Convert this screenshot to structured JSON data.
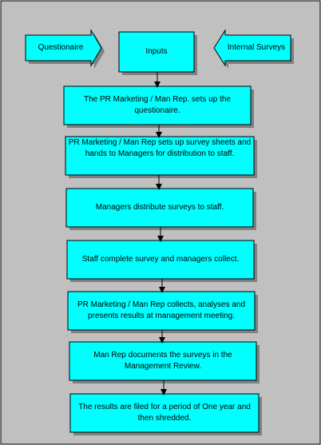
{
  "diagram": {
    "inputs_label": "Inputs",
    "left_arrow_label": "Questionaire",
    "right_arrow_label": "Internal Surveys",
    "steps": [
      "The PR Marketing / Man Rep. sets up the questionaire.",
      "PR Marketing / Man Rep sets up survey sheets and hands to Managers for distribution to staff.",
      "Managers distribute surveys to staff.",
      "Staff complete survey and managers collect.",
      "PR Marketing / Man Rep collects, analyses and presents results at management meeting.",
      "Man Rep documents the surveys in the Management Review.",
      "The results are filed for a period of One year and then shredded."
    ]
  },
  "colors": {
    "background": "#c0c0c0",
    "box_fill": "#00ffff",
    "box_shadow": "#808080",
    "border": "#000000",
    "arrow": "#000000"
  }
}
